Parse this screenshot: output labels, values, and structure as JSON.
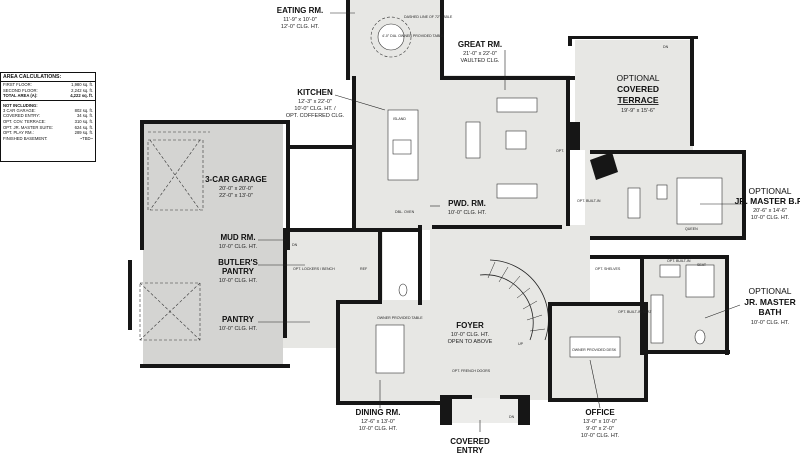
{
  "area_calculations": {
    "title": "AREA CALCULATIONS:",
    "rows": [
      {
        "label": "FIRST FLOOR:",
        "value": "1,980 sq. ft."
      },
      {
        "label": "SECOND FLOOR:",
        "value": "2,242 sq. ft."
      },
      {
        "label": "TOTAL AREA (A):",
        "value": "4,222 sq. ft."
      }
    ],
    "not_including_title": "NOT INCLUDING:",
    "not_including": [
      {
        "label": "3 CAR GARAGE:",
        "value": "802 sq. ft."
      },
      {
        "label": "COVERED ENTRY:",
        "value": "34 sq. ft."
      },
      {
        "label": "OPT. COV. TERRACE:",
        "value": "310 sq. ft."
      },
      {
        "label": "OPT. JR. MASTER SUITE:",
        "value": "624 sq. ft."
      },
      {
        "label": "OPT. PLAY RM.:",
        "value": "289 sq. ft."
      },
      {
        "label": "FINISHED BASEMENT:",
        "value": "~TBD~"
      }
    ]
  },
  "rooms": {
    "eating": {
      "name": "EATING RM.",
      "dims": "11'-9\" x 10'-0\"",
      "ceiling": "12'-0\" CLG. HT."
    },
    "great": {
      "name": "GREAT RM.",
      "dims": "21'-0\" x 22'-0\"",
      "ceiling": "VAULTED CLG."
    },
    "terrace": {
      "line1": "OPTIONAL",
      "line2": "COVERED",
      "line3": "TERRACE",
      "dims": "19'-9\" x 15'-6\""
    },
    "kitchen": {
      "name": "KITCHEN",
      "dims": "12'-3\" x 22'-0\"",
      "ceiling1": "10'-0\" CLG. HT. /",
      "ceiling2": "OPT. COFFERED CLG."
    },
    "garage": {
      "name": "3-CAR GARAGE",
      "dims1": "20'-0\" x 20'-0\"",
      "dims2": "22'-0\" x 13'-0\""
    },
    "mud": {
      "name": "MUD RM.",
      "ceiling": "10'-0\" CLG. HT."
    },
    "butlers": {
      "line1": "BUTLER'S",
      "line2": "PANTRY",
      "ceiling": "10'-0\" CLG. HT."
    },
    "pantry": {
      "name": "PANTRY",
      "ceiling": "10'-0\" CLG. HT."
    },
    "pwd": {
      "name": "PWD. RM.",
      "ceiling": "10'-0\" CLG. HT."
    },
    "jr_master_br": {
      "line1": "OPTIONAL",
      "line2": "JR. MASTER B.R.",
      "dims": "20'-6\" x 14'-6\"",
      "ceiling": "10'-0\" CLG. HT."
    },
    "jr_master_bath": {
      "line1": "OPTIONAL",
      "line2": "JR. MASTER",
      "line3": "BATH",
      "ceiling": "10'-0\" CLG. HT."
    },
    "foyer": {
      "name": "FOYER",
      "ceiling1": "10'-0\" CLG. HT.",
      "ceiling2": "OPEN TO ABOVE"
    },
    "dining": {
      "name": "DINING RM.",
      "dims": "12'-6\" x 13'-0\"",
      "ceiling": "10'-0\" CLG. HT."
    },
    "office": {
      "name": "OFFICE",
      "dims1": "13'-0\" x 10'-0\"",
      "dims2": "9'-0\" x 2'-0\"",
      "ceiling": "10'-0\" CLG. HT."
    },
    "covered_entry": {
      "line1": "COVERED",
      "line2": "ENTRY"
    }
  },
  "annotations": {
    "dashed_table": "DASHED LINE OF 72\" TABLE",
    "owner_table": "4'-0\" DIA. OWNER PROVIDED TABLE",
    "island": "ISLAND",
    "dn": "DN",
    "up": "UP",
    "queen": "QUEEN",
    "opt": "OPT.",
    "opt_built_in": "OPT. BUILT-IN",
    "owner_provided_table": "OWNER PROVIDED TABLE",
    "owner_provided_desk": "OWNER PROVIDED DESK",
    "opt_french_doors": "OPT. FRENCH DOORS",
    "dbl_oven": "DBL. OVEN",
    "ref": "REF",
    "seat": "SEAT",
    "opt_lockers": "OPT. LOCKERS / BENCH",
    "opt_built_in_seat": "OPT. BUILT-IN SEAT",
    "opt_shelves": "OPT. SHELVES"
  }
}
